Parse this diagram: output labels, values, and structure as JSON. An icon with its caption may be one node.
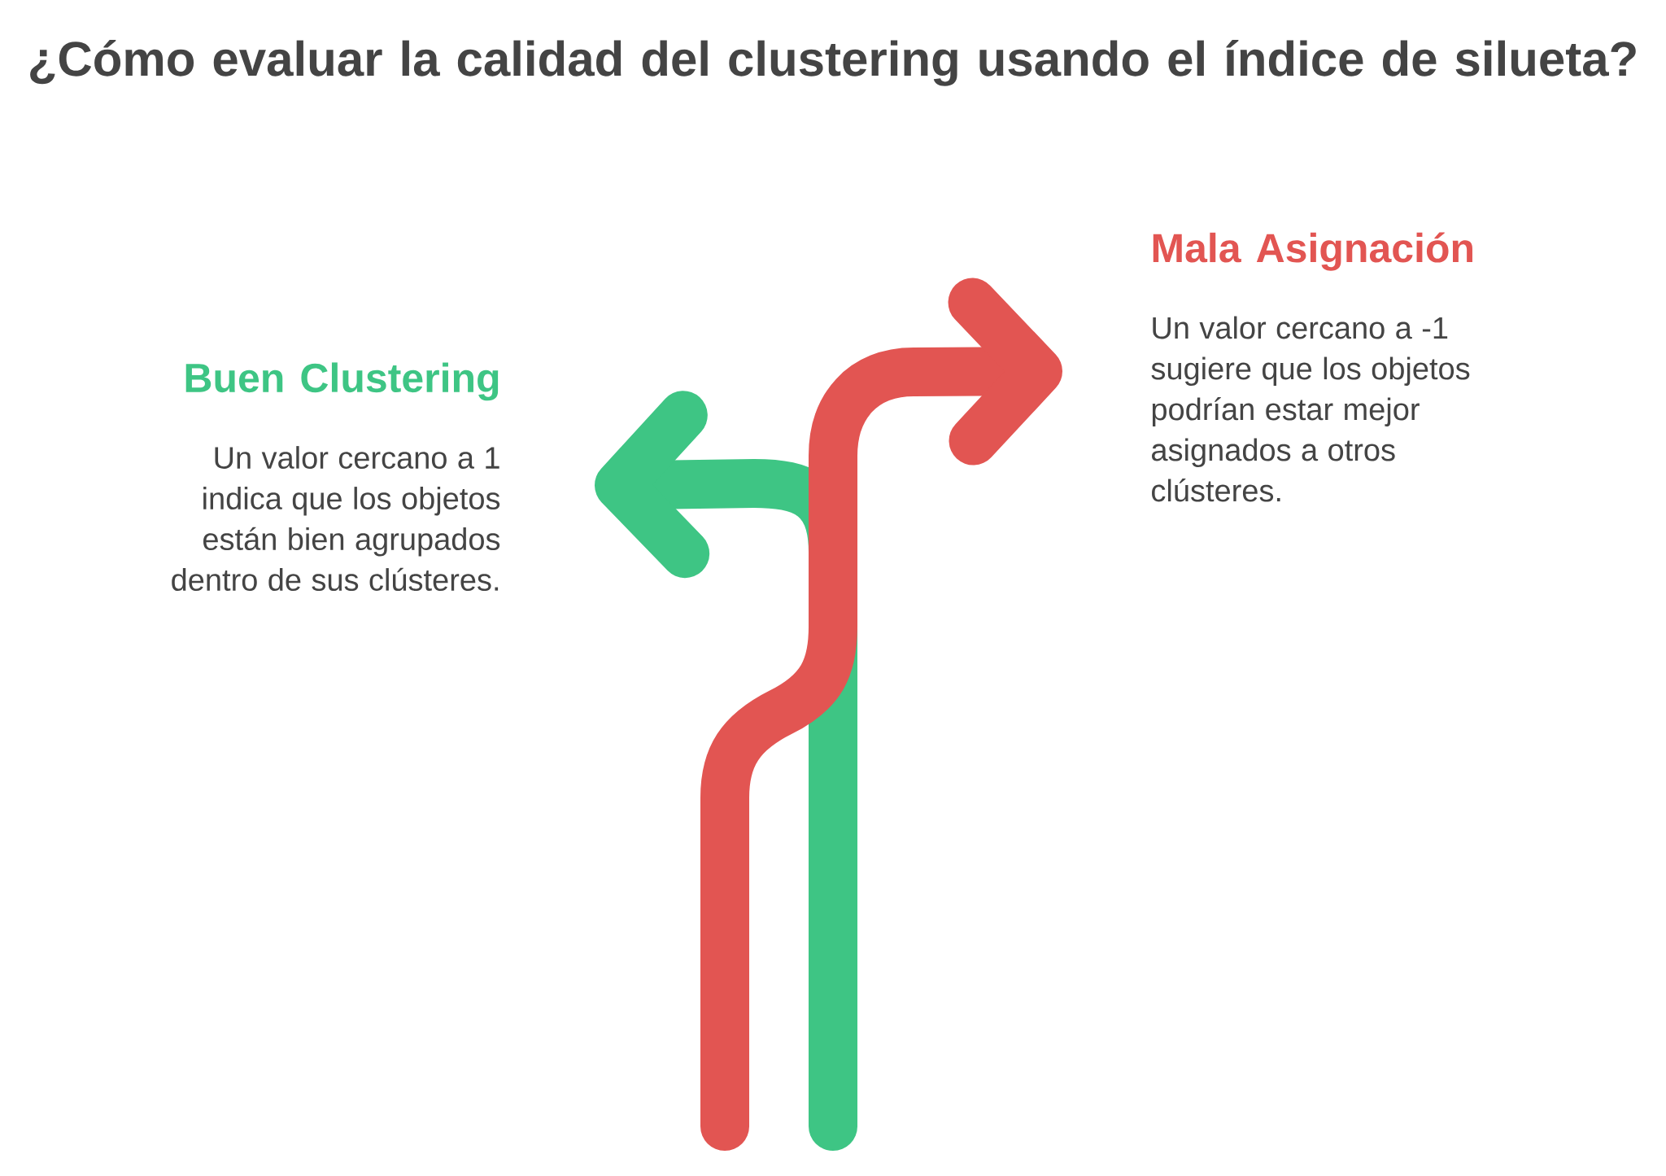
{
  "diagram": {
    "title": "¿Cómo evaluar la calidad del clustering usando el índice de silueta?",
    "nodes": [
      {
        "text": [
          "Buen Clustering",
          "Un valor cercano a 1 indica que los objetos están bien agrupados dentro de sus clústeres."
        ]
      },
      {
        "text": [
          "Mala Asignación",
          "Un valor cercano a -1 sugiere que los objetos podrían estar mejor asignados a otros clústeres."
        ]
      }
    ],
    "edges": [
      {
        "from": null,
        "to": 0,
        "arrow": "to",
        "color": "#3ec584"
      },
      {
        "from": null,
        "to": 1,
        "arrow": "to",
        "color": "#e25552"
      }
    ]
  }
}
